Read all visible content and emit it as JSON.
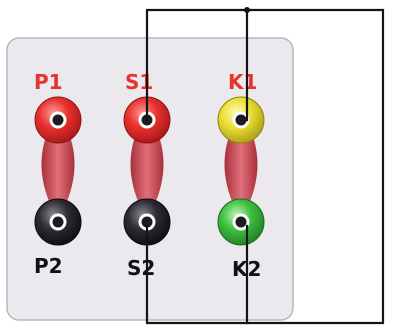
{
  "panel": {
    "background": "#ebe8ee",
    "border": "#b9b6bf"
  },
  "terminals": {
    "p1": {
      "label": "P1",
      "label_color": "#e8322d",
      "jack_color": "#e8322d",
      "jack_name": "red-jack"
    },
    "s1": {
      "label": "S1",
      "label_color": "#e8322d",
      "jack_color": "#e8322d",
      "jack_name": "red-jack"
    },
    "k1": {
      "label": "K1",
      "label_color": "#e8322d",
      "jack_color": "#ecdf36",
      "jack_name": "yellow-jack"
    },
    "p2": {
      "label": "P2",
      "label_color": "#111111",
      "jack_color": "#2e2c34",
      "jack_name": "black-jack"
    },
    "s2": {
      "label": "S2",
      "label_color": "#111111",
      "jack_color": "#2e2c34",
      "jack_name": "black-jack"
    },
    "k2": {
      "label": "K2",
      "label_color": "#111111",
      "jack_color": "#3fc142",
      "jack_name": "green-jack"
    }
  },
  "link_color": "#c8414b",
  "wire_color": "#141414"
}
